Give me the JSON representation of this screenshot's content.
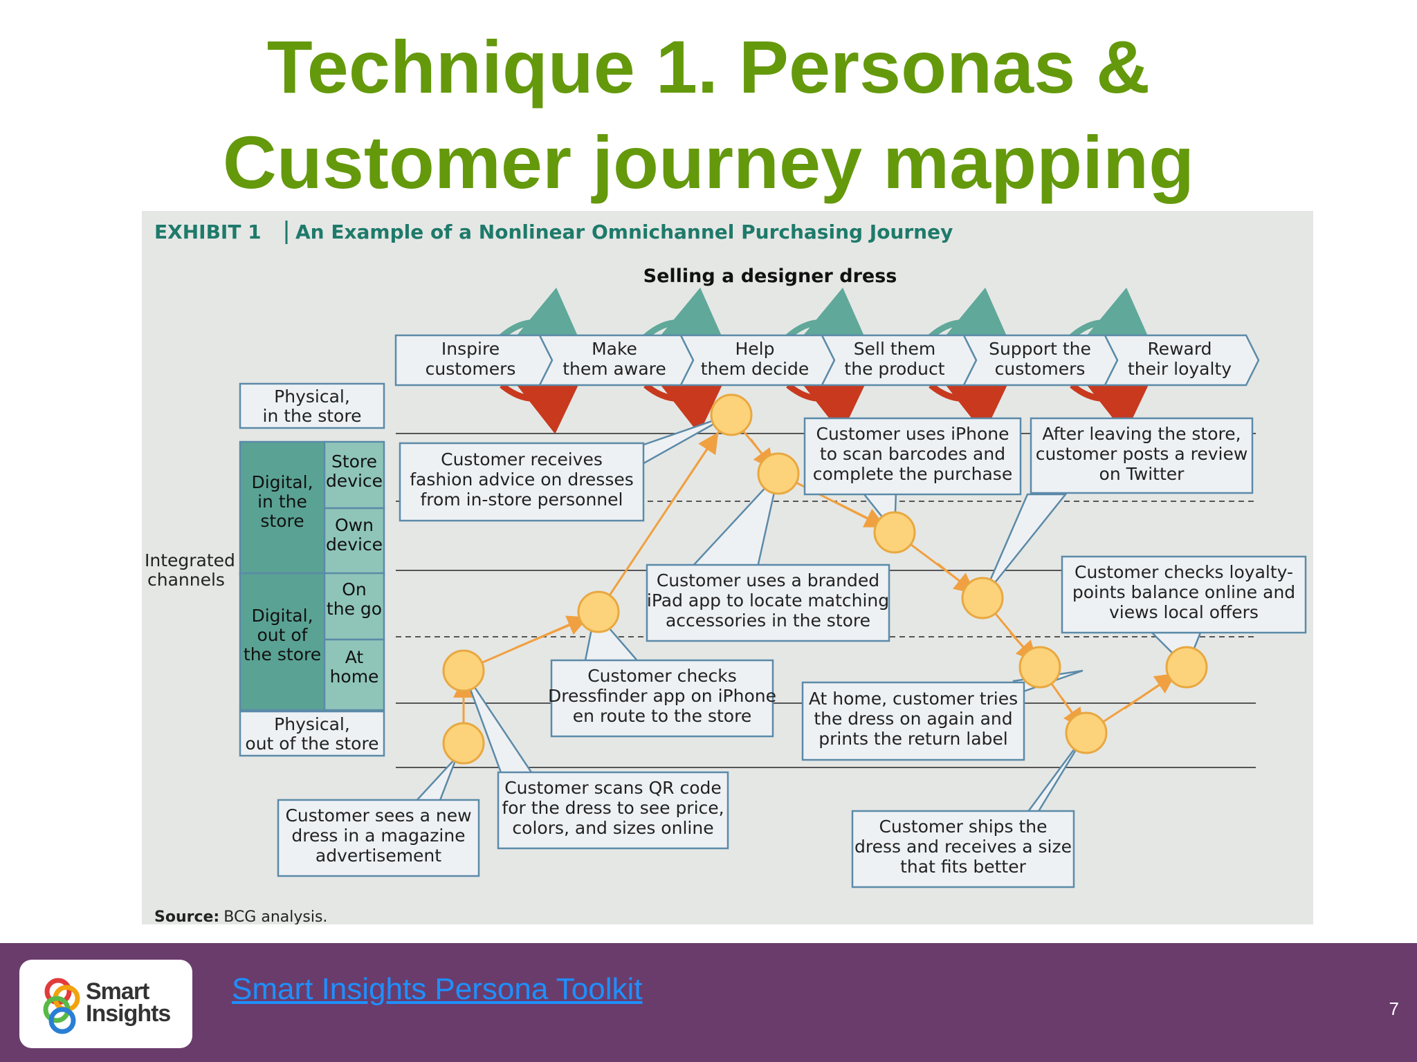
{
  "slide": {
    "title_line1": "Technique 1. Personas &",
    "title_line2": "Customer journey mapping",
    "page_number": "7"
  },
  "exhibit": {
    "label": "EXHIBIT 1",
    "title": "An Example of a Nonlinear Omnichannel Purchasing Journey",
    "subtitle": "Selling a designer dress",
    "source_label": "Source:",
    "source_text": "BCG analysis.",
    "stages": [
      [
        "Inspire",
        "customers"
      ],
      [
        "Make",
        "them aware"
      ],
      [
        "Help",
        "them decide"
      ],
      [
        "Sell them",
        "the product"
      ],
      [
        "Support the",
        "customers"
      ],
      [
        "Reward",
        "their loyalty"
      ]
    ],
    "channels": {
      "integrated_label": [
        "Integrated",
        "channels"
      ],
      "physical_in": [
        "Physical,",
        "in the store"
      ],
      "digital_in": [
        "Digital,",
        "in the",
        "store"
      ],
      "store_device": [
        "Store",
        "device"
      ],
      "own_device": [
        "Own",
        "device"
      ],
      "digital_out": [
        "Digital,",
        "out of",
        "the store"
      ],
      "on_the_go": [
        "On",
        "the go"
      ],
      "at_home": [
        "At",
        "home"
      ],
      "physical_out": [
        "Physical,",
        "out of the store"
      ]
    },
    "callouts": {
      "magazine": [
        "Customer sees a new",
        "dress in a magazine",
        "advertisement"
      ],
      "qr": [
        "Customer scans QR code",
        "for the dress to see price,",
        "colors, and sizes online"
      ],
      "dressfinder": [
        "Customer checks",
        "Dressfinder app on iPhone",
        "en route to the store"
      ],
      "fashion": [
        "Customer receives",
        "fashion advice on dresses",
        "from in-store personnel"
      ],
      "ipad": [
        "Customer uses a branded",
        "iPad app to locate matching",
        "accessories in the store"
      ],
      "iphone": [
        "Customer uses iPhone",
        "to scan barcodes and",
        "complete the purchase"
      ],
      "twitter": [
        "After leaving the store,",
        "customer posts a review",
        "on Twitter"
      ],
      "loyalty": [
        "Customer checks loyalty-",
        "points balance online and",
        "views local offers"
      ],
      "tries": [
        "At home, customer tries",
        "the dress on again and",
        "prints the return label"
      ],
      "ships": [
        "Customer ships the",
        "dress and receives a size",
        "that fits better"
      ]
    },
    "colors": {
      "title_green": "#64990c",
      "teal": "#1e7a6a",
      "panel": "#e5e7e5",
      "box_border": "#5b8aa8",
      "node_fill": "#fcd27a",
      "path_orange": "#f0a040",
      "arrow_red": "#c8391e",
      "arrow_teal": "#5fa89a"
    }
  },
  "footer": {
    "logo_alt": [
      "Smart",
      "Insights"
    ],
    "link_text": "Smart Insights Persona Toolkit"
  }
}
